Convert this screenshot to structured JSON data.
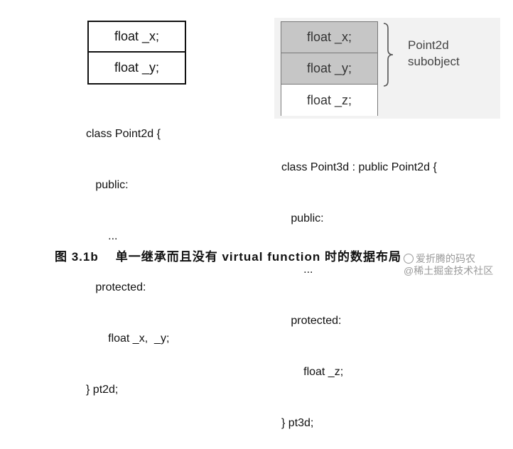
{
  "left_object": {
    "fields": [
      "float _x;",
      "float _y;"
    ],
    "code": [
      "class Point2d {",
      "   public:",
      "       ...",
      "   protected:",
      "       float _x,  _y;",
      "} pt2d;"
    ]
  },
  "right_object": {
    "fields": [
      "float _x;",
      "float _y;",
      "float _z;"
    ],
    "subobject_label": [
      "Point2d",
      "subobject"
    ],
    "code": [
      "class Point3d : public Point2d {",
      "   public:",
      "       ...",
      "   protected:",
      "       float _z;",
      "} pt3d;"
    ]
  },
  "caption": {
    "number": "图 3.1b",
    "text": "单一继承而且没有 virtual function 时的数据布局"
  },
  "watermark": {
    "line1": "爱折腾的码农",
    "line2": "@稀土掘金技术社区"
  }
}
